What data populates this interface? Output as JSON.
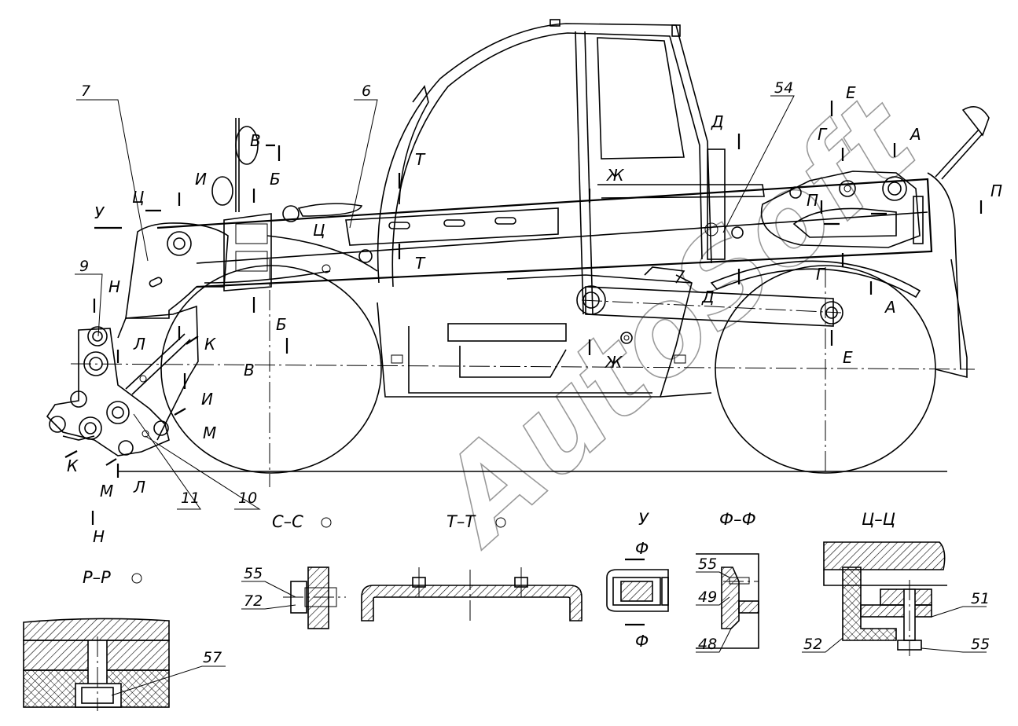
{
  "watermark": "AutoSoft",
  "callouts": {
    "n7": "7",
    "n6": "6",
    "n54": "54",
    "n9": "9",
    "n11": "11",
    "n10": "10"
  },
  "section_marks": {
    "A": "А",
    "B": "Б",
    "V": "В",
    "G": "Г",
    "D": "Д",
    "E": "Е",
    "Zh": "Ж",
    "I": "И",
    "K": "К",
    "L": "Л",
    "M": "М",
    "N": "Н",
    "P": "П",
    "T": "Т",
    "U": "У",
    "F": "Ф",
    "Ts": "Ц"
  },
  "views": {
    "ss": {
      "title": "С–С",
      "callouts": [
        "55",
        "72"
      ]
    },
    "tt": {
      "title": "Т–Т"
    },
    "u": {
      "title": "У"
    },
    "ff": {
      "title": "Ф–Ф",
      "callouts": [
        "55",
        "49",
        "48"
      ]
    },
    "tsts": {
      "title": "Ц–Ц",
      "callouts": [
        "51",
        "52",
        "55"
      ]
    },
    "rr": {
      "title": "Р–Р",
      "callouts": [
        "57"
      ]
    }
  }
}
